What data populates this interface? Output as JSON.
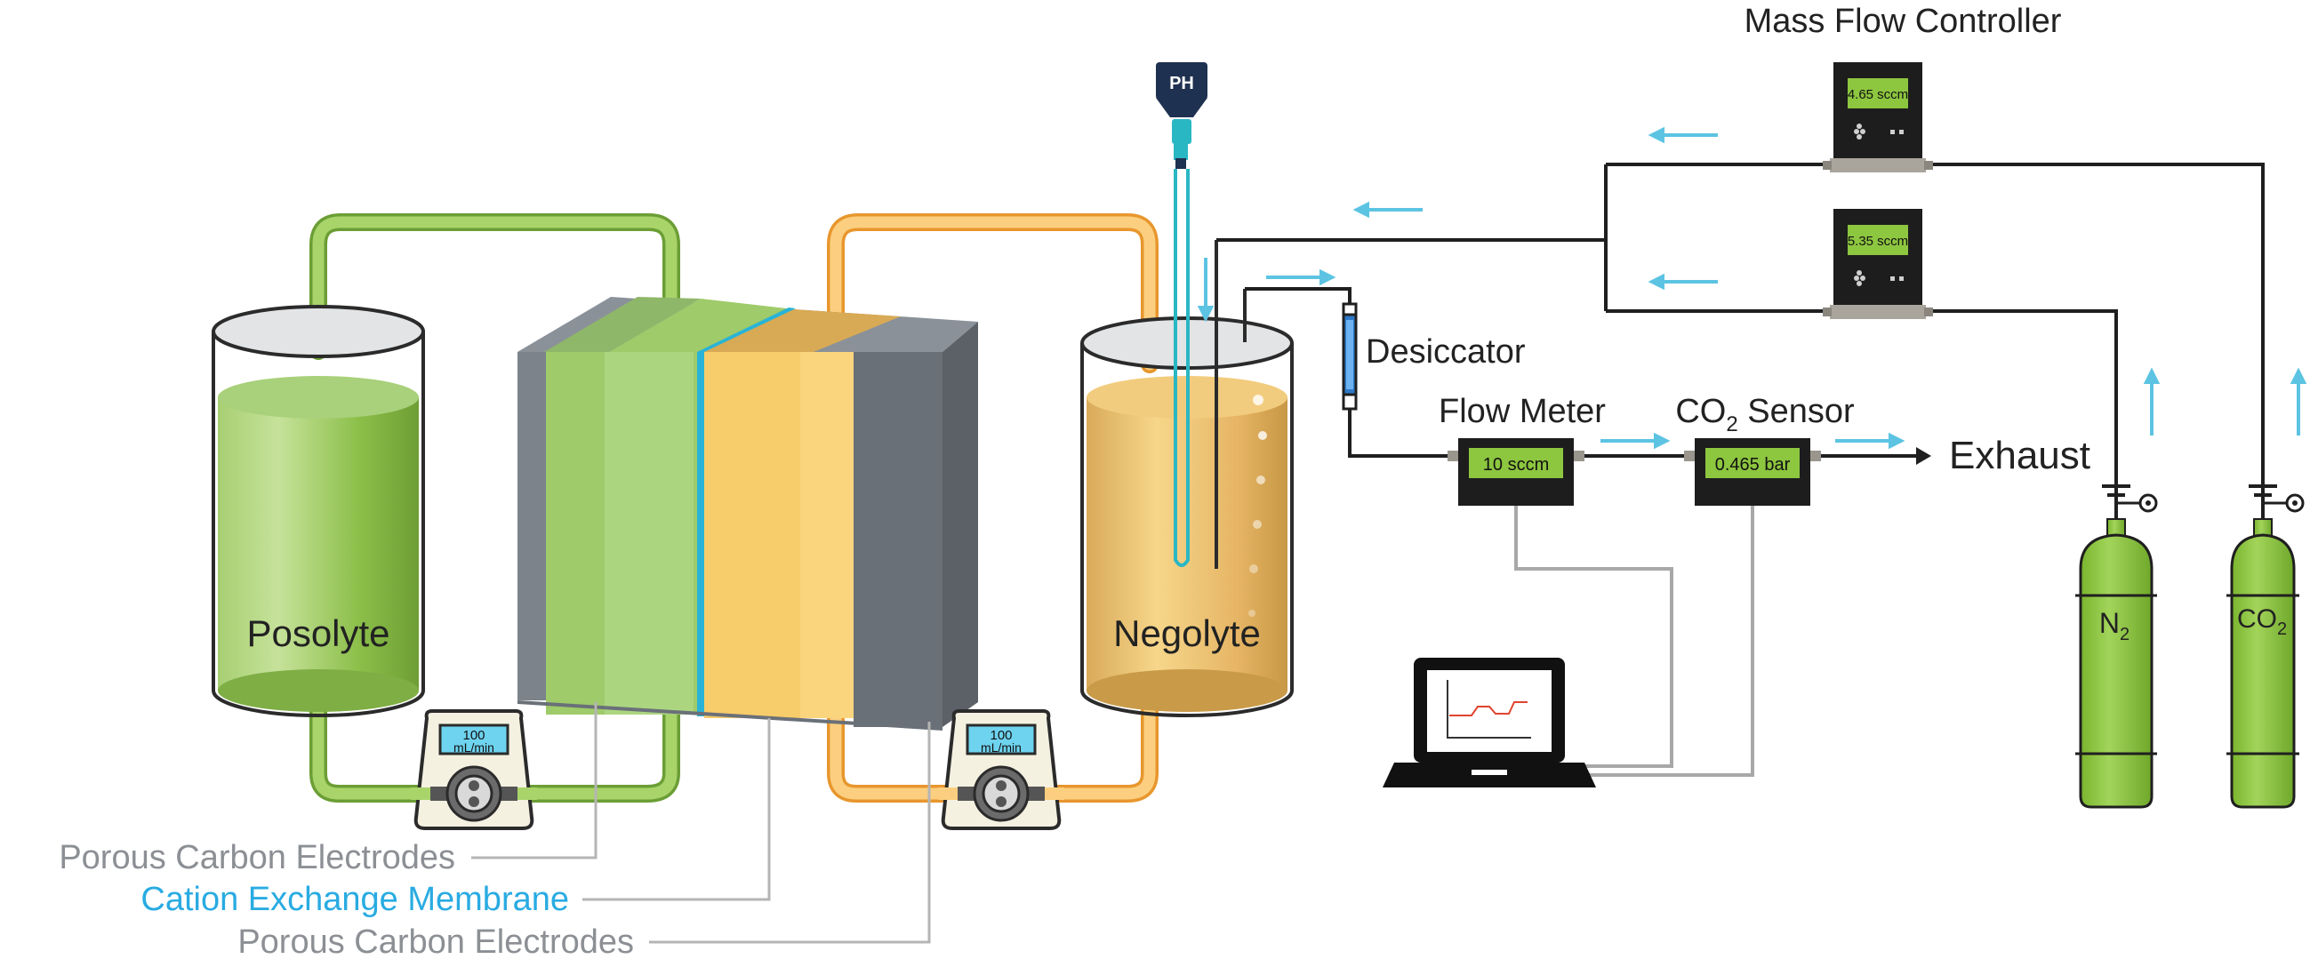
{
  "labels": {
    "mass_flow_controller": "Mass Flow Controller",
    "desiccator": "Desiccator",
    "flow_meter": "Flow Meter",
    "co2_sensor_prefix": "CO",
    "co2_sensor_sub": "2",
    "co2_sensor_suffix": " Sensor",
    "exhaust": "Exhaust",
    "posolyte": "Posolyte",
    "negolyte": "Negolyte",
    "porous_carbon_electrodes_1": "Porous Carbon Electrodes",
    "cation_exchange_membrane": "Cation Exchange Membrane",
    "porous_carbon_electrodes_2": "Porous Carbon Electrodes",
    "ph_probe": "PH",
    "n2_cylinder_main": "N",
    "n2_cylinder_sub": "2",
    "co2_cylinder_main": "CO",
    "co2_cylinder_sub": "2"
  },
  "readouts": {
    "mfc_top": "4.65 sccm",
    "mfc_bottom": "5.35 sccm",
    "flow_meter": "10 sccm",
    "co2_sensor": "0.465 bar",
    "pump_left_value": "100",
    "pump_left_unit": "mL/min",
    "pump_right_value": "100",
    "pump_right_unit": "mL/min"
  },
  "colors": {
    "posolyte_green": "#8cbf4a",
    "negolyte_orange": "#f6b649",
    "membrane_blue": "#29b3d6",
    "flow_arrow_blue": "#5cc4e2",
    "cylinder_green": "#8dc63f",
    "display_green": "#8dc63f",
    "device_dark": "#2b2b2b",
    "label_gray": "#8c8f94",
    "membrane_label_blue": "#29abe2"
  }
}
